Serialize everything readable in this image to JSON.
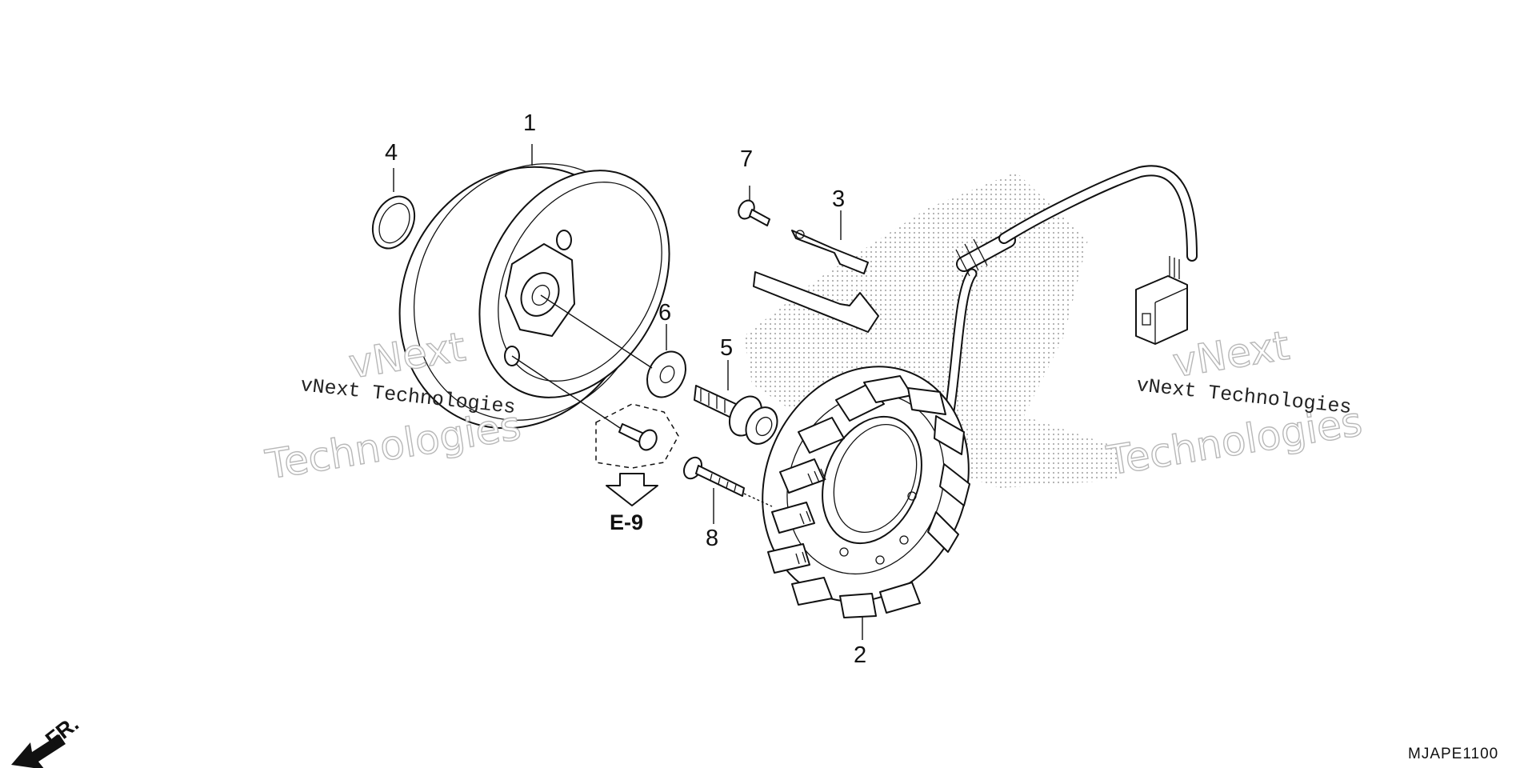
{
  "diagram": {
    "parts": [
      {
        "callout": "1",
        "icon": "flywheel-rotor-icon"
      },
      {
        "callout": "2",
        "icon": "stator-coil-icon"
      },
      {
        "callout": "3",
        "icon": "wire-clamp-bracket-icon"
      },
      {
        "callout": "4",
        "icon": "shim-ring-icon"
      },
      {
        "callout": "5",
        "icon": "flange-bolt-icon"
      },
      {
        "callout": "6",
        "icon": "washer-icon"
      },
      {
        "callout": "7",
        "icon": "small-screw-icon"
      },
      {
        "callout": "8",
        "icon": "long-bolt-icon"
      }
    ],
    "reference": {
      "label": "E-9",
      "icon": "hollow-down-arrow-icon"
    },
    "direction": {
      "label": "FR.",
      "icon": "front-direction-arrow-icon"
    },
    "diagram_code": "MJAPE1100",
    "watermarks": [
      {
        "line1": "vNext",
        "line2": "Technologies",
        "subtitle": "vNext Technologies"
      },
      {
        "line1": "vNext",
        "line2": "Technologies",
        "subtitle": "vNext Technologies"
      }
    ]
  }
}
